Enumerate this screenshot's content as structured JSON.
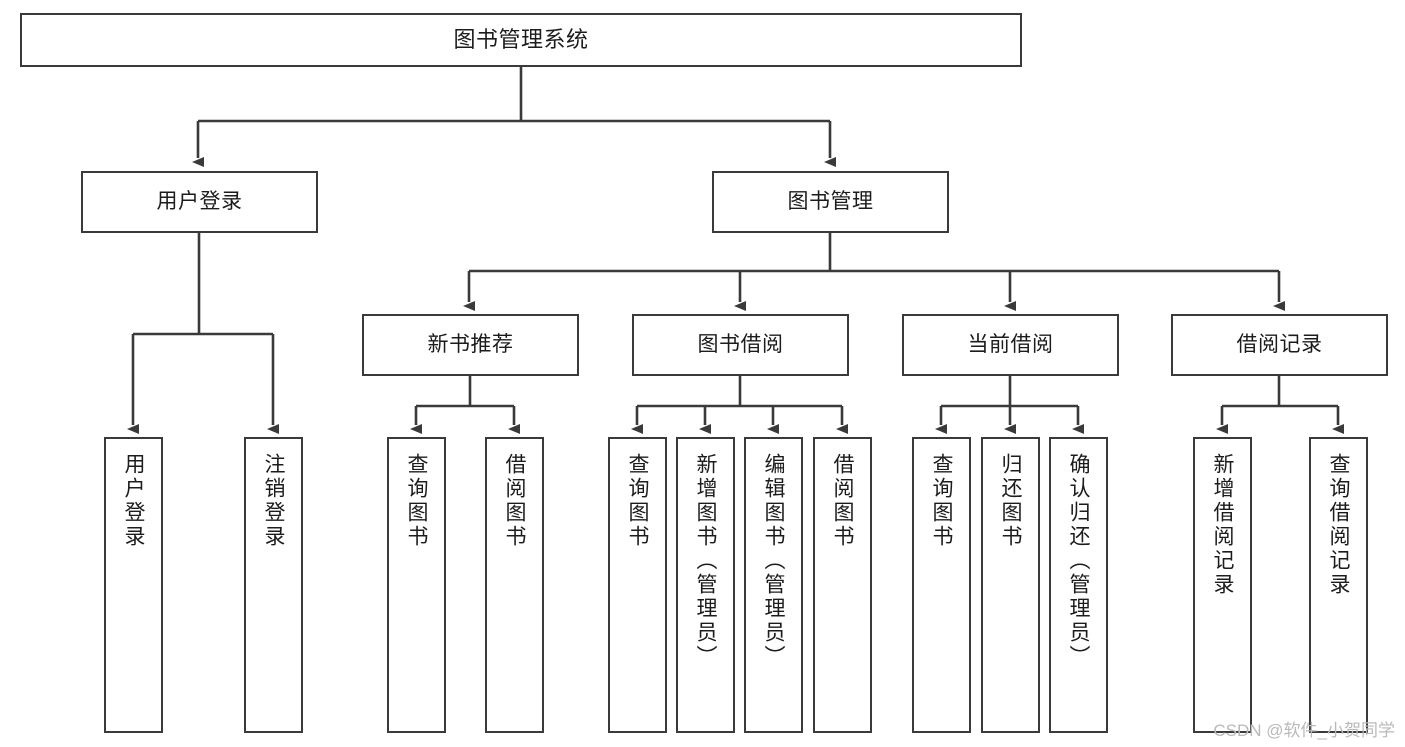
{
  "diagram": {
    "title": "图书管理系统",
    "type": "tree-hierarchy-chart",
    "root": {
      "label": "图书管理系统"
    },
    "level2": [
      {
        "label": "用户登录"
      },
      {
        "label": "图书管理"
      }
    ],
    "level3": [
      {
        "label": "新书推荐"
      },
      {
        "label": "图书借阅"
      },
      {
        "label": "当前借阅"
      },
      {
        "label": "借阅记录"
      }
    ],
    "leaves": {
      "user_login": [
        {
          "label": "用户登录"
        },
        {
          "label": "注销登录"
        }
      ],
      "new_book_recommend": [
        {
          "label": "查询图书"
        },
        {
          "label": "借阅图书"
        }
      ],
      "book_borrow": [
        {
          "label": "查询图书"
        },
        {
          "label": "新增图书（管理员）"
        },
        {
          "label": "编辑图书（管理员）"
        },
        {
          "label": "借阅图书"
        }
      ],
      "current_borrow": [
        {
          "label": "查询图书"
        },
        {
          "label": "归还图书"
        },
        {
          "label": "确认归还（管理员）"
        }
      ],
      "borrow_record": [
        {
          "label": "新增借阅记录"
        },
        {
          "label": "查询借阅记录"
        }
      ]
    },
    "watermark": "CSDN @软件_小贺同学",
    "colors": {
      "stroke": "#3a3a3a",
      "background": "#ffffff",
      "text": "#1c1c1c",
      "watermark": "#b9b9b9"
    }
  }
}
